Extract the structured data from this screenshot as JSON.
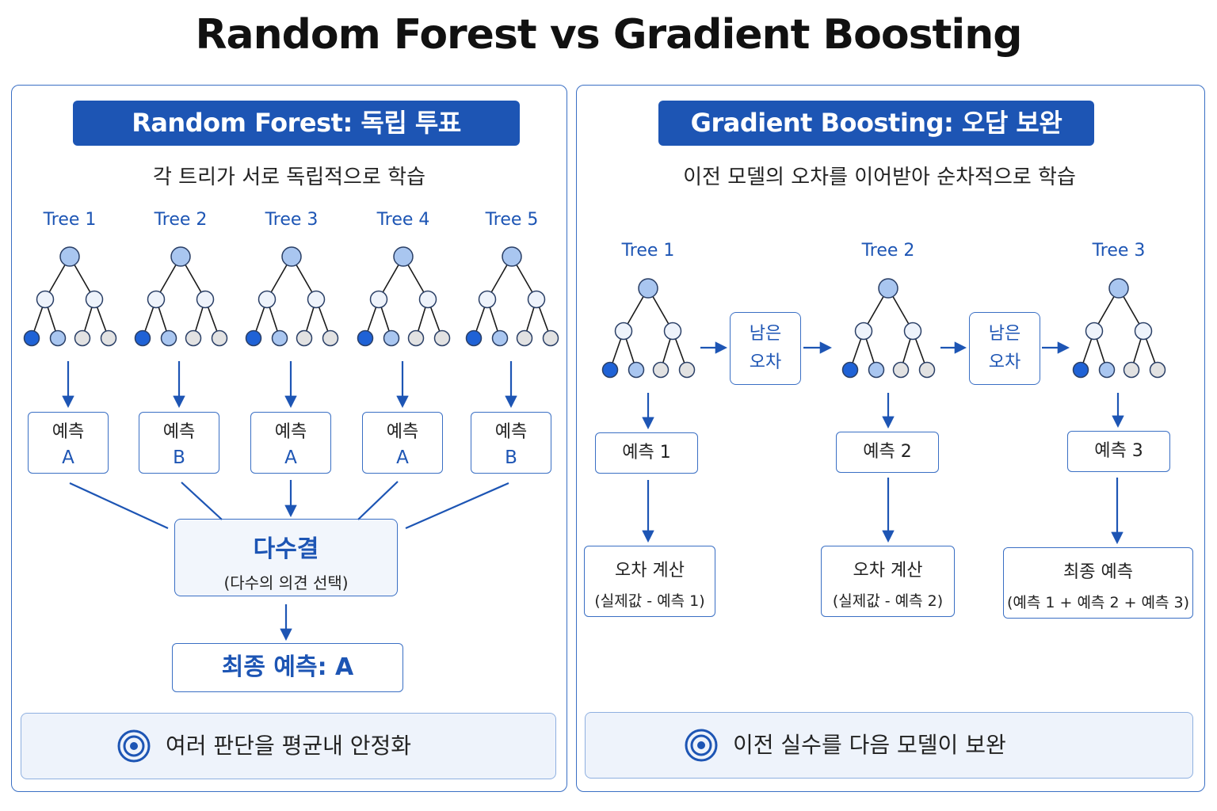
{
  "title": "Random Forest vs Gradient Boosting",
  "colors": {
    "accent": "#1d55b4",
    "node_top": "#a9c6f0",
    "node_leaf_dark": "#1f62d6",
    "node_leaf_light": "#a9c6f0",
    "node_leaf_gray": "#e2e2e2",
    "node_mid": "#eef3fb"
  },
  "random_forest": {
    "header": "Random Forest: 독립 투표",
    "subtitle": "각 트리가 서로 독립적으로 학습",
    "trees": [
      {
        "label": "Tree 1",
        "pred_title": "예측",
        "pred_value": "A"
      },
      {
        "label": "Tree 2",
        "pred_title": "예측",
        "pred_value": "B"
      },
      {
        "label": "Tree 3",
        "pred_title": "예측",
        "pred_value": "A"
      },
      {
        "label": "Tree 4",
        "pred_title": "예측",
        "pred_value": "A"
      },
      {
        "label": "Tree 5",
        "pred_title": "예측",
        "pred_value": "B"
      }
    ],
    "vote_title": "다수결",
    "vote_sub": "(다수의 의견 선택)",
    "final": "최종 예측: A",
    "footer_icon": "target-icon",
    "footer": "여러 판단을 평균내 안정화"
  },
  "gradient_boosting": {
    "header": "Gradient Boosting: 오답 보완",
    "subtitle": "이전 모델의 오차를 이어받아 순차적으로 학습",
    "trees": [
      {
        "label": "Tree 1",
        "pred": "예측 1",
        "step_title": "오차 계산",
        "step_sub": "(실제값 - 예측 1)"
      },
      {
        "label": "Tree 2",
        "pred": "예측 2",
        "step_title": "오차 계산",
        "step_sub": "(실제값 - 예측 2)"
      },
      {
        "label": "Tree 3",
        "pred": "예측 3",
        "step_title": "최종 예측",
        "step_sub": "(예측 1 + 예측 2 + 예측 3)"
      }
    ],
    "residuals": [
      {
        "line1": "남은",
        "line2": "오차"
      },
      {
        "line1": "남은",
        "line2": "오차"
      }
    ],
    "footer_icon": "target-icon",
    "footer": "이전 실수를 다음 모델이 보완"
  }
}
